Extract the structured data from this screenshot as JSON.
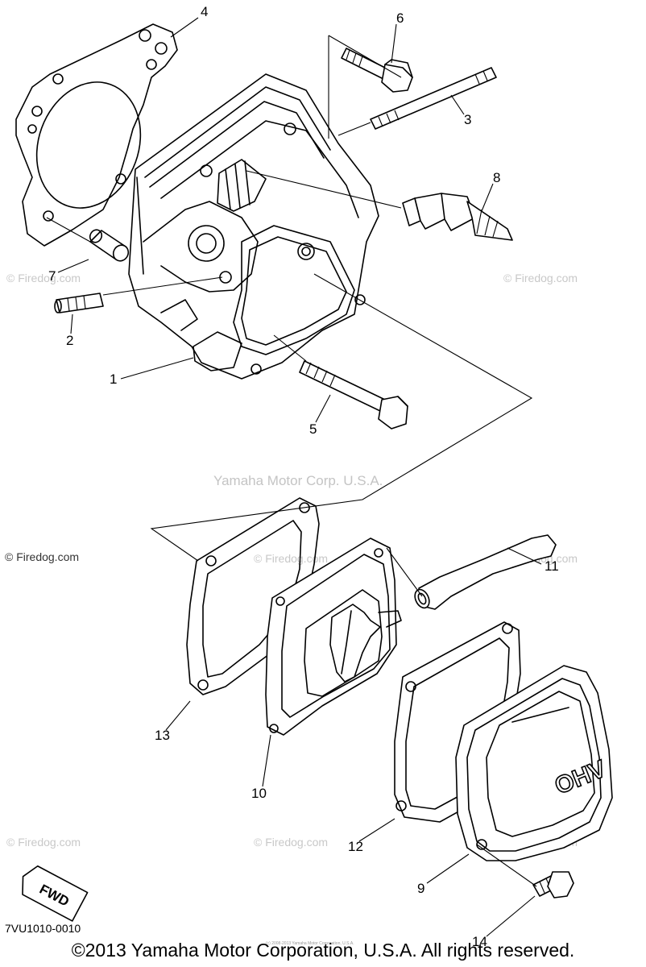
{
  "diagram": {
    "code": "7VU1010-0010",
    "copyright": "©2013 Yamaha Motor Corporation, U.S.A. All rights reserved.",
    "center_watermark": "Yamaha Motor Corp. U.S.A.",
    "site_watermark": "© Firedog.com",
    "faint_watermark": "© Firedog.com",
    "tiny_notice": "(c) 2008-2013 Yamaha Motor Corporation, U.S.A.",
    "fwd_label": "FWD",
    "ohv_label": "OHV",
    "part_labels": [
      {
        "id": "p1",
        "text": "1"
      },
      {
        "id": "p2",
        "text": "2"
      },
      {
        "id": "p3",
        "text": "3"
      },
      {
        "id": "p4",
        "text": "4"
      },
      {
        "id": "p5",
        "text": "5"
      },
      {
        "id": "p6",
        "text": "6"
      },
      {
        "id": "p7",
        "text": "7"
      },
      {
        "id": "p8",
        "text": "8"
      },
      {
        "id": "p9",
        "text": "9"
      },
      {
        "id": "p10",
        "text": "10"
      },
      {
        "id": "p11",
        "text": "11"
      },
      {
        "id": "p12",
        "text": "12"
      },
      {
        "id": "p13",
        "text": "13"
      },
      {
        "id": "p14",
        "text": "14"
      }
    ]
  }
}
